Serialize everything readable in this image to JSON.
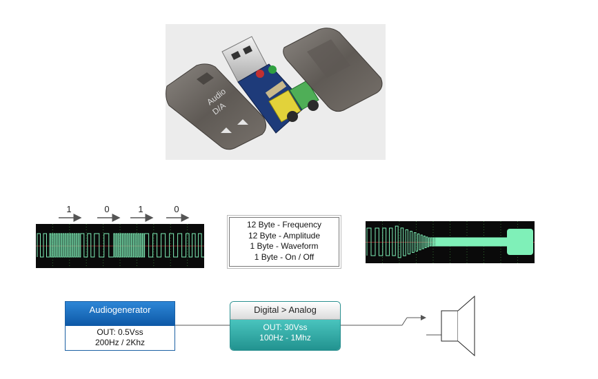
{
  "photo": {
    "label_line1": "Audio",
    "label_line2": "D/A"
  },
  "bits": [
    "1",
    "0",
    "1",
    "0"
  ],
  "protocol": {
    "lines": [
      "12 Byte - Frequency",
      "12 Byte - Amplitude",
      "1 Byte - Waveform",
      "1 Byte - On / Off"
    ]
  },
  "audiogenerator": {
    "title": "Audiogenerator",
    "line1": "OUT: 0.5Vss",
    "line2": "200Hz / 2Khz"
  },
  "dac": {
    "title": "Digital > Analog",
    "line1": "OUT: 30Vss",
    "line2": "100Hz - 1Mhz"
  },
  "colors": {
    "trace": "#7ff0b8",
    "scope_bg": "#0a0a0a",
    "scope_grid": "#2d6b2d",
    "audiogen_header": "#1a6fc0",
    "dac_body": "#36b0ab"
  }
}
